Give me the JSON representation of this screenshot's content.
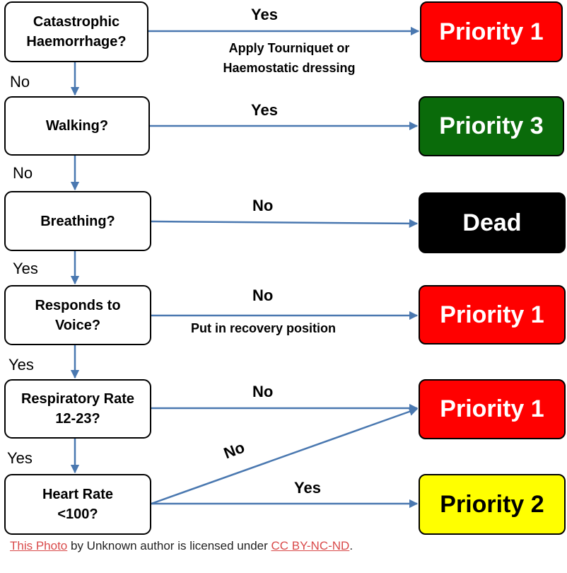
{
  "colors": {
    "arrow": "#4a78b0",
    "priority1": "#ff0000",
    "priority2": "#ffff00",
    "priority3": "#0a6b0a",
    "dead": "#000000",
    "credit_link": "#d94a4a"
  },
  "questions": [
    {
      "id": "q1",
      "line1": "Catastrophic",
      "line2": "Haemorrhage?"
    },
    {
      "id": "q2",
      "line1": "Walking?"
    },
    {
      "id": "q3",
      "line1": "Breathing?"
    },
    {
      "id": "q4",
      "line1": "Responds to",
      "line2": "Voice?"
    },
    {
      "id": "q5",
      "line1": "Respiratory Rate",
      "line2": "12-23?"
    },
    {
      "id": "q6",
      "line1": "Heart Rate",
      "line2": "<100?"
    }
  ],
  "outcomes": [
    {
      "id": "o1",
      "label": "Priority 1"
    },
    {
      "id": "o2",
      "label": "Priority 3"
    },
    {
      "id": "o3",
      "label": "Dead"
    },
    {
      "id": "o4",
      "label": "Priority 1"
    },
    {
      "id": "o5",
      "label": "Priority 1"
    },
    {
      "id": "o6",
      "label": "Priority 2"
    }
  ],
  "edge_labels": {
    "q1_yes": "Yes",
    "q2_yes": "Yes",
    "q3_no": "No",
    "q4_no": "No",
    "q5_no": "No",
    "q6_no": "No",
    "q6_yes": "Yes"
  },
  "down_labels": [
    "No",
    "No",
    "Yes",
    "Yes",
    "Yes"
  ],
  "notes": {
    "tourniquet_line1": "Apply Tourniquet or",
    "tourniquet_line2": "Haemostatic dressing",
    "recovery": "Put in recovery position"
  },
  "credit": {
    "link1": "This Photo",
    "text1": " by Unknown author is licensed under ",
    "link2": "CC BY-NC-ND",
    "text2": "."
  }
}
